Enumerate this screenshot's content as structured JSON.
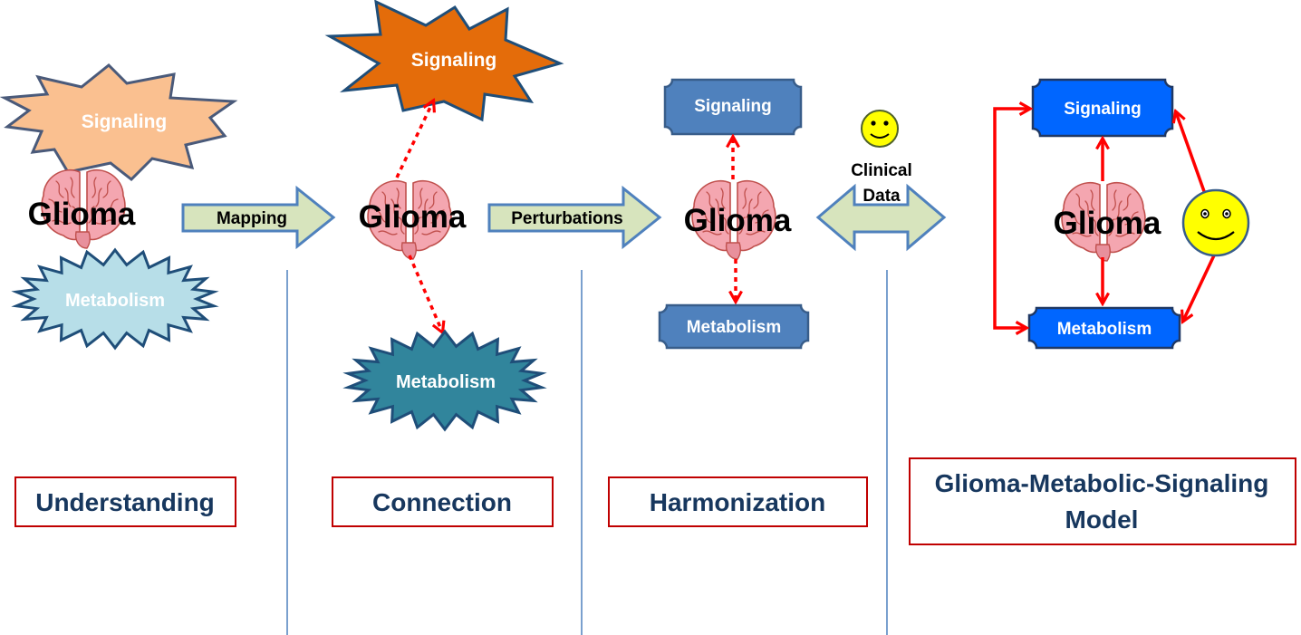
{
  "colors": {
    "signaling_peach": "#fac090",
    "metabolism_lightblue": "#b7dee8",
    "signaling_orange": "#e46c0a",
    "metabolism_teal": "#31859c",
    "box_steel": "#4f81bd",
    "box_blue": "#0066ff",
    "arrow_fill": "#d7e4bd",
    "red_arrow": "#ff0000",
    "stage_border": "#c00000",
    "stage_text": "#17375e",
    "divider": "#4f81bd",
    "smiley": "#ffff00",
    "brain_pink": "#f4a6b0"
  },
  "panel1": {
    "signaling": "Signaling",
    "glioma": "Glioma",
    "metabolism": "Metabolism",
    "arrow_label": "Mapping",
    "stage": "Understanding"
  },
  "panel2": {
    "signaling": "Signaling",
    "glioma": "Glioma",
    "metabolism": "Metabolism",
    "arrow_label": "Perturbations",
    "stage": "Connection"
  },
  "panel3": {
    "signaling": "Signaling",
    "glioma": "Glioma",
    "metabolism": "Metabolism",
    "arrow_label_line1": "Clinical",
    "arrow_label_line2": "Data",
    "stage": "Harmonization"
  },
  "panel4": {
    "signaling": "Signaling",
    "glioma": "Glioma",
    "metabolism": "Metabolism",
    "stage_line1": "Glioma-Metabolic-Signaling",
    "stage_line2": "Model"
  },
  "icons": {
    "brain": "brain-icon",
    "smiley": "smiley-face-icon"
  }
}
